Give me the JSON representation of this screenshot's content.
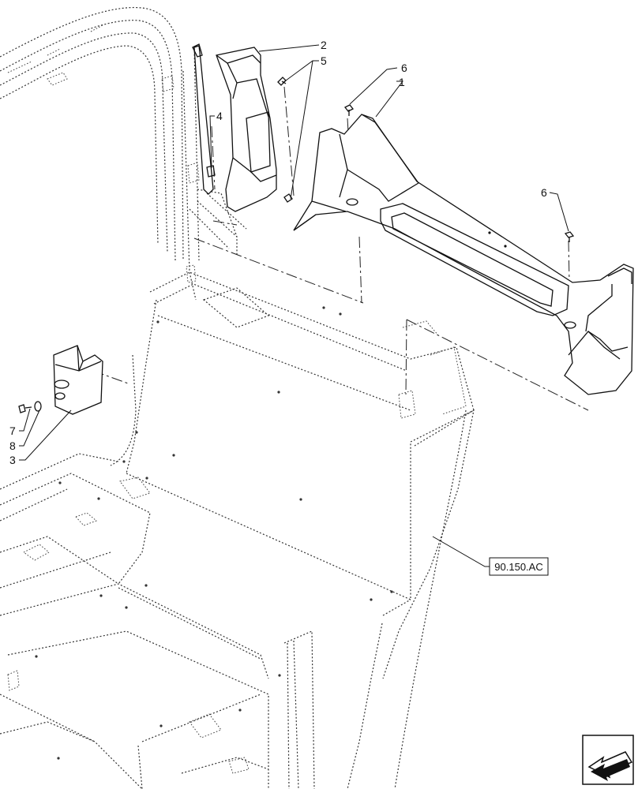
{
  "callouts": {
    "c1": "1",
    "c2": "2",
    "c3": "3",
    "c4": "4",
    "c5": "5",
    "c6a": "6",
    "c6b": "6",
    "c7": "7",
    "c8": "8"
  },
  "reference": {
    "label": "90.150.AC"
  },
  "nav_icon": "arrow-left-icon"
}
